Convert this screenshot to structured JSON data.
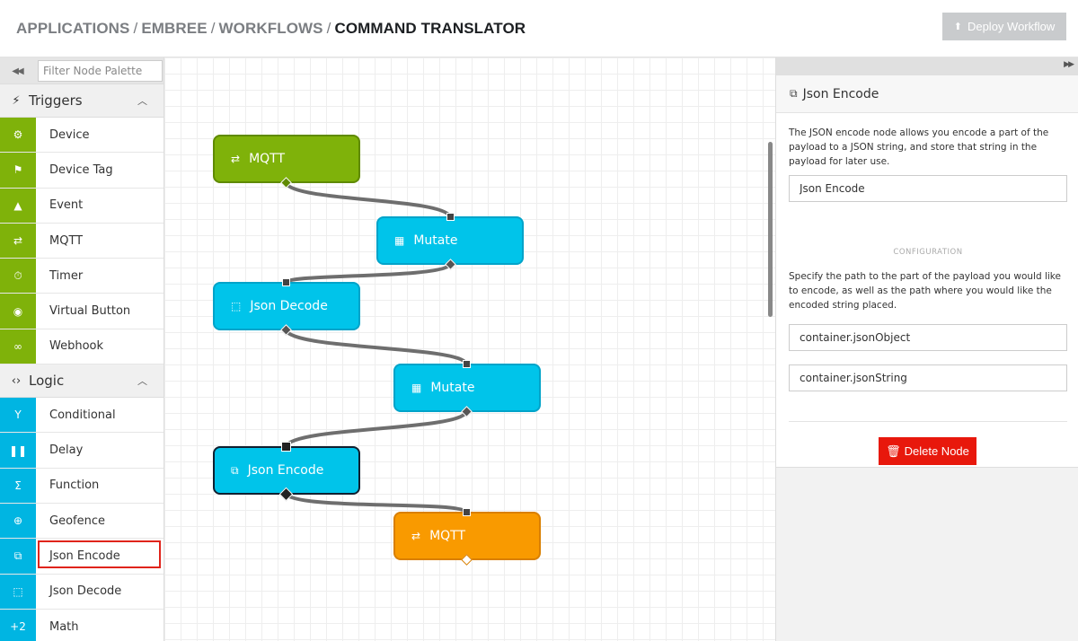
{
  "header": {
    "breadcrumb": [
      "APPLICATIONS",
      "EMBREE",
      "WORKFLOWS"
    ],
    "separator": "/",
    "current": "COMMAND TRANSLATOR",
    "deploy_label": "Deploy Workflow"
  },
  "palette": {
    "filter_placeholder": "Filter Node Palette",
    "collapse_glyph": "◀◀",
    "sections": [
      {
        "label": "Triggers",
        "icon": "lightning-icon",
        "items": [
          {
            "label": "Device",
            "icon": "chip-icon"
          },
          {
            "label": "Device Tag",
            "icon": "flag-icon"
          },
          {
            "label": "Event",
            "icon": "warning-icon"
          },
          {
            "label": "MQTT",
            "icon": "swap-arrows-icon"
          },
          {
            "label": "Timer",
            "icon": "stopwatch-icon"
          },
          {
            "label": "Virtual Button",
            "icon": "radio-button-icon"
          },
          {
            "label": "Webhook",
            "icon": "link-icon"
          }
        ]
      },
      {
        "label": "Logic",
        "icon": "code-brackets-icon",
        "items": [
          {
            "label": "Conditional",
            "icon": "fork-icon"
          },
          {
            "label": "Delay",
            "icon": "pause-icon"
          },
          {
            "label": "Function",
            "icon": "sigma-icon"
          },
          {
            "label": "Geofence",
            "icon": "crosshair-icon"
          },
          {
            "label": "Json Encode",
            "icon": "json-encode-icon"
          },
          {
            "label": "Json Decode",
            "icon": "json-decode-icon"
          },
          {
            "label": "Math",
            "icon": "plus-two-icon"
          }
        ]
      }
    ]
  },
  "canvas": {
    "nodes": [
      {
        "label": "MQTT",
        "type": "mqtt-in",
        "icon": "swap-arrows-icon"
      },
      {
        "label": "Mutate",
        "type": "mutate",
        "icon": "grid-dots-icon"
      },
      {
        "label": "Json Decode",
        "type": "decode",
        "icon": "json-decode-icon"
      },
      {
        "label": "Mutate",
        "type": "mutate",
        "icon": "grid-dots-icon"
      },
      {
        "label": "Json Encode",
        "type": "encode",
        "icon": "json-encode-icon"
      },
      {
        "label": "MQTT",
        "type": "mqtt-out",
        "icon": "swap-arrows-icon"
      }
    ]
  },
  "details": {
    "title": "Json Encode",
    "description": "The JSON encode node allows you encode a part of the payload to a JSON string, and store that string in the payload for later use.",
    "name_value": "Json Encode",
    "config_label": "CONFIGURATION",
    "config_description": "Specify the path to the part of the payload you would like to encode, as well as the path where you would like the encoded string placed.",
    "source_path": "container.jsonObject",
    "destination_path": "container.jsonString",
    "delete_label": "Delete Node",
    "expand_glyph": "▶▶"
  },
  "colors": {
    "trigger_green": "#7fb20a",
    "logic_blue": "#00b5e2",
    "node_blue": "#00c4ea",
    "output_orange": "#f99a00",
    "delete_red": "#e8180c",
    "selection_red": "#e0241b"
  }
}
